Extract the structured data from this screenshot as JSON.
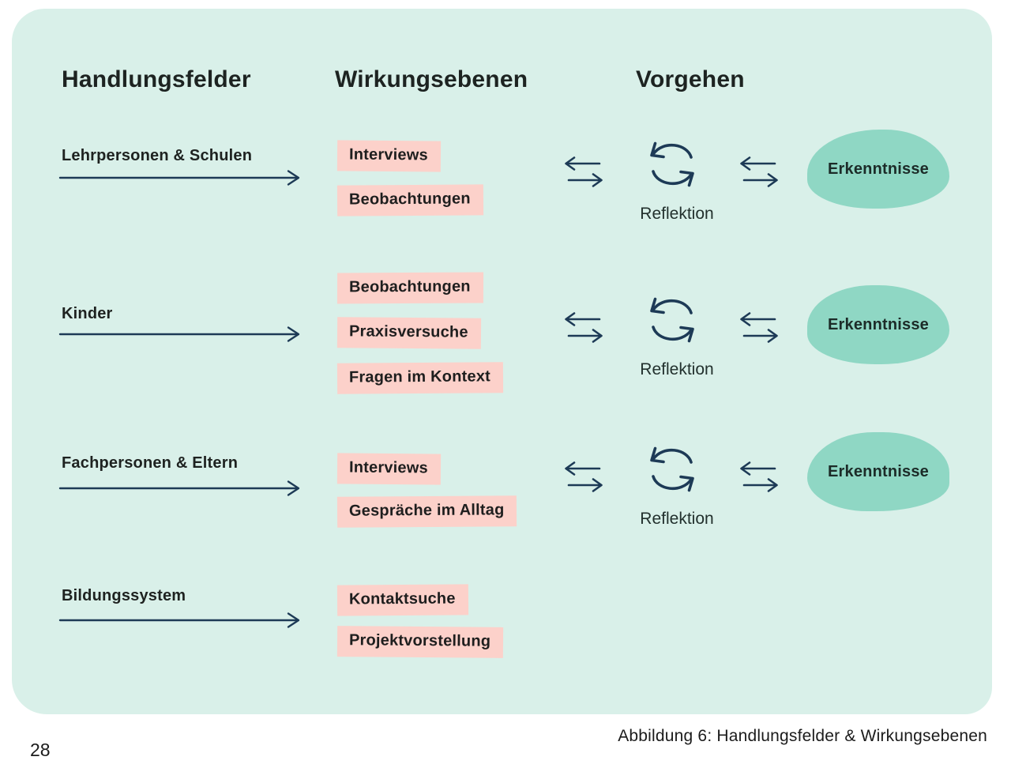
{
  "page": {
    "number": "28",
    "figure_caption": "Abbildung 6: Handlungsfelder & Wirkungsebenen"
  },
  "colors": {
    "card_background": "#d9f0e9",
    "tag_pink": "#fcd1ca",
    "blob_teal": "#8fd7c4",
    "arrow_navy": "#1d3a56",
    "text_dark": "#1e2220"
  },
  "diagram": {
    "column_headers": [
      {
        "id": "handlungsfelder",
        "label": "Handlungsfelder"
      },
      {
        "id": "wirkungsebenen",
        "label": "Wirkungsebenen"
      },
      {
        "id": "vorgehen",
        "label": "Vorgehen"
      }
    ],
    "rows": [
      {
        "field": "Lehrpersonen & Schulen",
        "methods": [
          "Interviews",
          "Beobachtungen"
        ],
        "vorgehen": {
          "reflection": "Reflektion",
          "outcome": "Erkenntnisse"
        }
      },
      {
        "field": "Kinder",
        "methods": [
          "Beobachtungen",
          "Praxisversuche",
          "Fragen im Kontext"
        ],
        "vorgehen": {
          "reflection": "Reflektion",
          "outcome": "Erkenntnisse"
        }
      },
      {
        "field": "Fachpersonen & Eltern",
        "methods": [
          "Interviews",
          "Gespräche im Alltag"
        ],
        "vorgehen": {
          "reflection": "Reflektion",
          "outcome": "Erkenntnisse"
        }
      },
      {
        "field": "Bildungssystem",
        "methods": [
          "Kontaktsuche",
          "Projektvorstellung"
        ],
        "vorgehen": null
      }
    ],
    "icons": {
      "flow_arrow": "right-arrow-icon",
      "exchange": "exchange-arrows-icon",
      "cycle": "cycle-arrows-icon"
    }
  }
}
